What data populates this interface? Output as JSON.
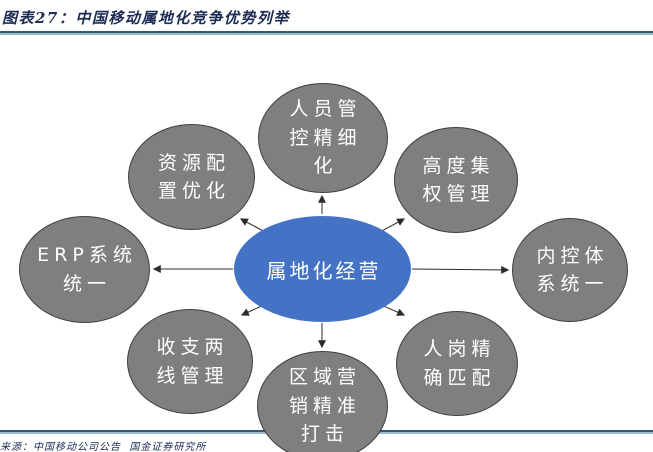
{
  "title": "图表27：中国移动属地化竞争优势列举",
  "footer": {
    "source": "来源：中国移动公司公告  国金证券研究所"
  },
  "diagram": {
    "center": {
      "label": "属地化经营"
    },
    "nodes": [
      {
        "id": "personnel-control",
        "position": "top",
        "label": "人员管\n控精细\n化"
      },
      {
        "id": "centralized-management",
        "position": "top-right",
        "label": "高度集\n权管理"
      },
      {
        "id": "internal-control-system",
        "position": "right",
        "label": "内控体\n系统一"
      },
      {
        "id": "job-person-matching",
        "position": "bottom-right",
        "label": "人岗精\n确匹配"
      },
      {
        "id": "regional-marketing",
        "position": "bottom",
        "label": "区域营\n销精准\n打击"
      },
      {
        "id": "revenue-expense-lines",
        "position": "bottom-left",
        "label": "收支两\n线管理"
      },
      {
        "id": "erp-system",
        "position": "left",
        "label": "ERP系统\n统一"
      },
      {
        "id": "resource-allocation",
        "position": "top-left",
        "label": "资源配\n置优化"
      }
    ]
  },
  "colors": {
    "center_fill": "#4472c4",
    "center_text": "#ffffff",
    "node_fill": "#7f7f7f",
    "node_border": "#3f3f3f",
    "node_text": "#ffffff",
    "arrow": "#2b2b2b",
    "title_color": "#1c2b52",
    "rule_dark": "#35596d",
    "rule_light": "#9bbccf"
  }
}
